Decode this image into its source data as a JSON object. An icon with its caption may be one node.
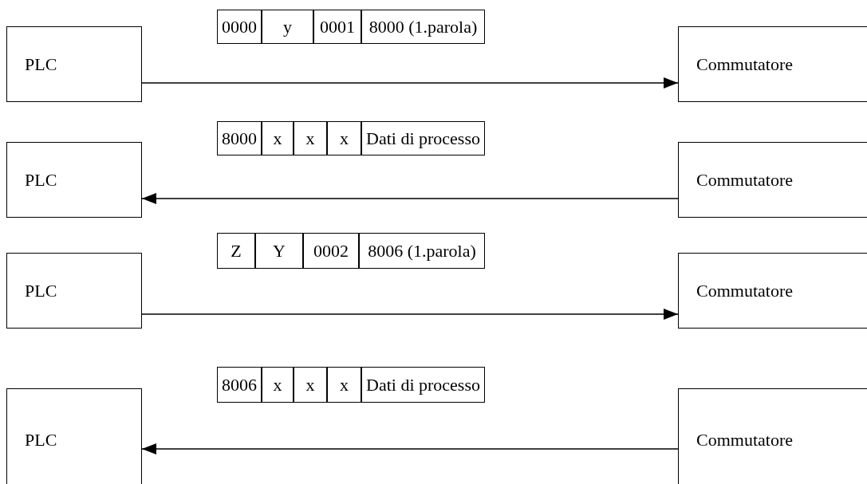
{
  "diagram": {
    "nodes": [
      {
        "text": [
          "0000"
        ]
      },
      {
        "text": [
          "y"
        ]
      },
      {
        "text": [
          "0001"
        ]
      },
      {
        "text": [
          "8000 (1.parola)"
        ]
      },
      {
        "text": [
          "PLC"
        ]
      },
      {
        "text": [
          "Commutatore"
        ]
      },
      {
        "text": [
          "8000"
        ]
      },
      {
        "text": [
          "x"
        ]
      },
      {
        "text": [
          "x"
        ]
      },
      {
        "text": [
          "x"
        ]
      },
      {
        "text": [
          "Dati di processo"
        ]
      },
      {
        "text": [
          "PLC"
        ]
      },
      {
        "text": [
          "Commutatore"
        ]
      },
      {
        "text": [
          "Z"
        ]
      },
      {
        "text": [
          "Y"
        ]
      },
      {
        "text": [
          "0002"
        ]
      },
      {
        "text": [
          "8006 (1.parola)"
        ]
      },
      {
        "text": [
          "PLC"
        ]
      },
      {
        "text": [
          "Commutatore"
        ]
      },
      {
        "text": [
          "8006"
        ]
      },
      {
        "text": [
          "x"
        ]
      },
      {
        "text": [
          "x"
        ]
      },
      {
        "text": [
          "x"
        ]
      },
      {
        "text": [
          "Dati di processo"
        ]
      },
      {
        "text": [
          "PLC"
        ]
      },
      {
        "text": [
          "Commutatore"
        ]
      }
    ],
    "edges": [
      {
        "from": 4,
        "to": 5,
        "arrow": "to"
      },
      {
        "from": 12,
        "to": 11,
        "arrow": "to"
      },
      {
        "from": 17,
        "to": 18,
        "arrow": "to"
      },
      {
        "from": 25,
        "to": 24,
        "arrow": "to"
      }
    ]
  }
}
